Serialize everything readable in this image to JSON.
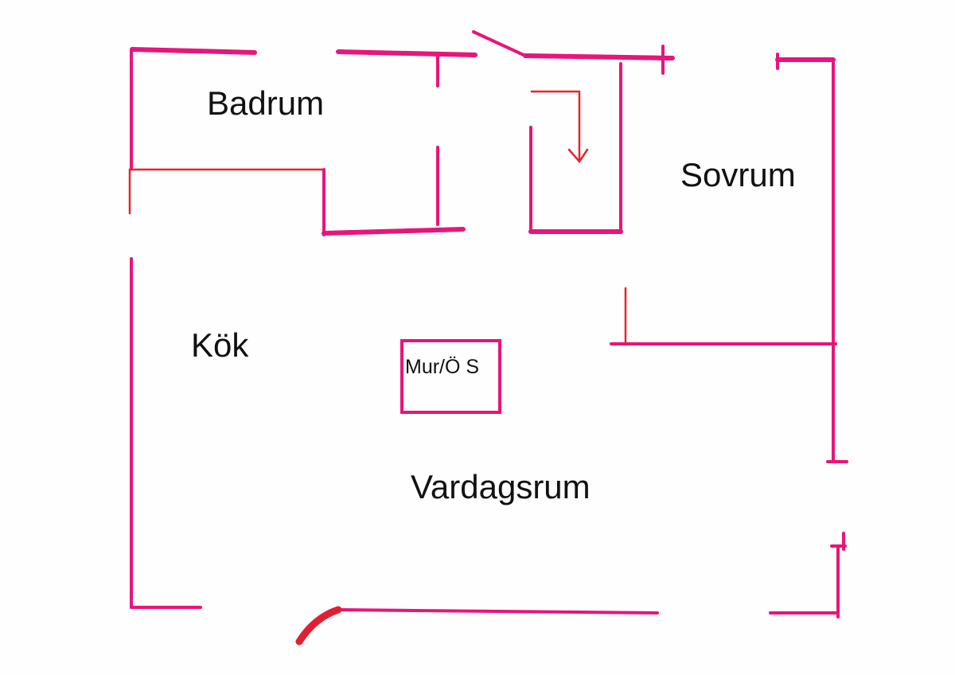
{
  "floor_plan": {
    "rooms": {
      "bathroom": "Badrum",
      "bedroom": "Sovrum",
      "kitchen": "Kök",
      "chimney": "Mur/Ö S",
      "living_room": "Vardagsrum"
    },
    "colors": {
      "wall": "#e8157a",
      "marker": "#e8232e"
    }
  }
}
